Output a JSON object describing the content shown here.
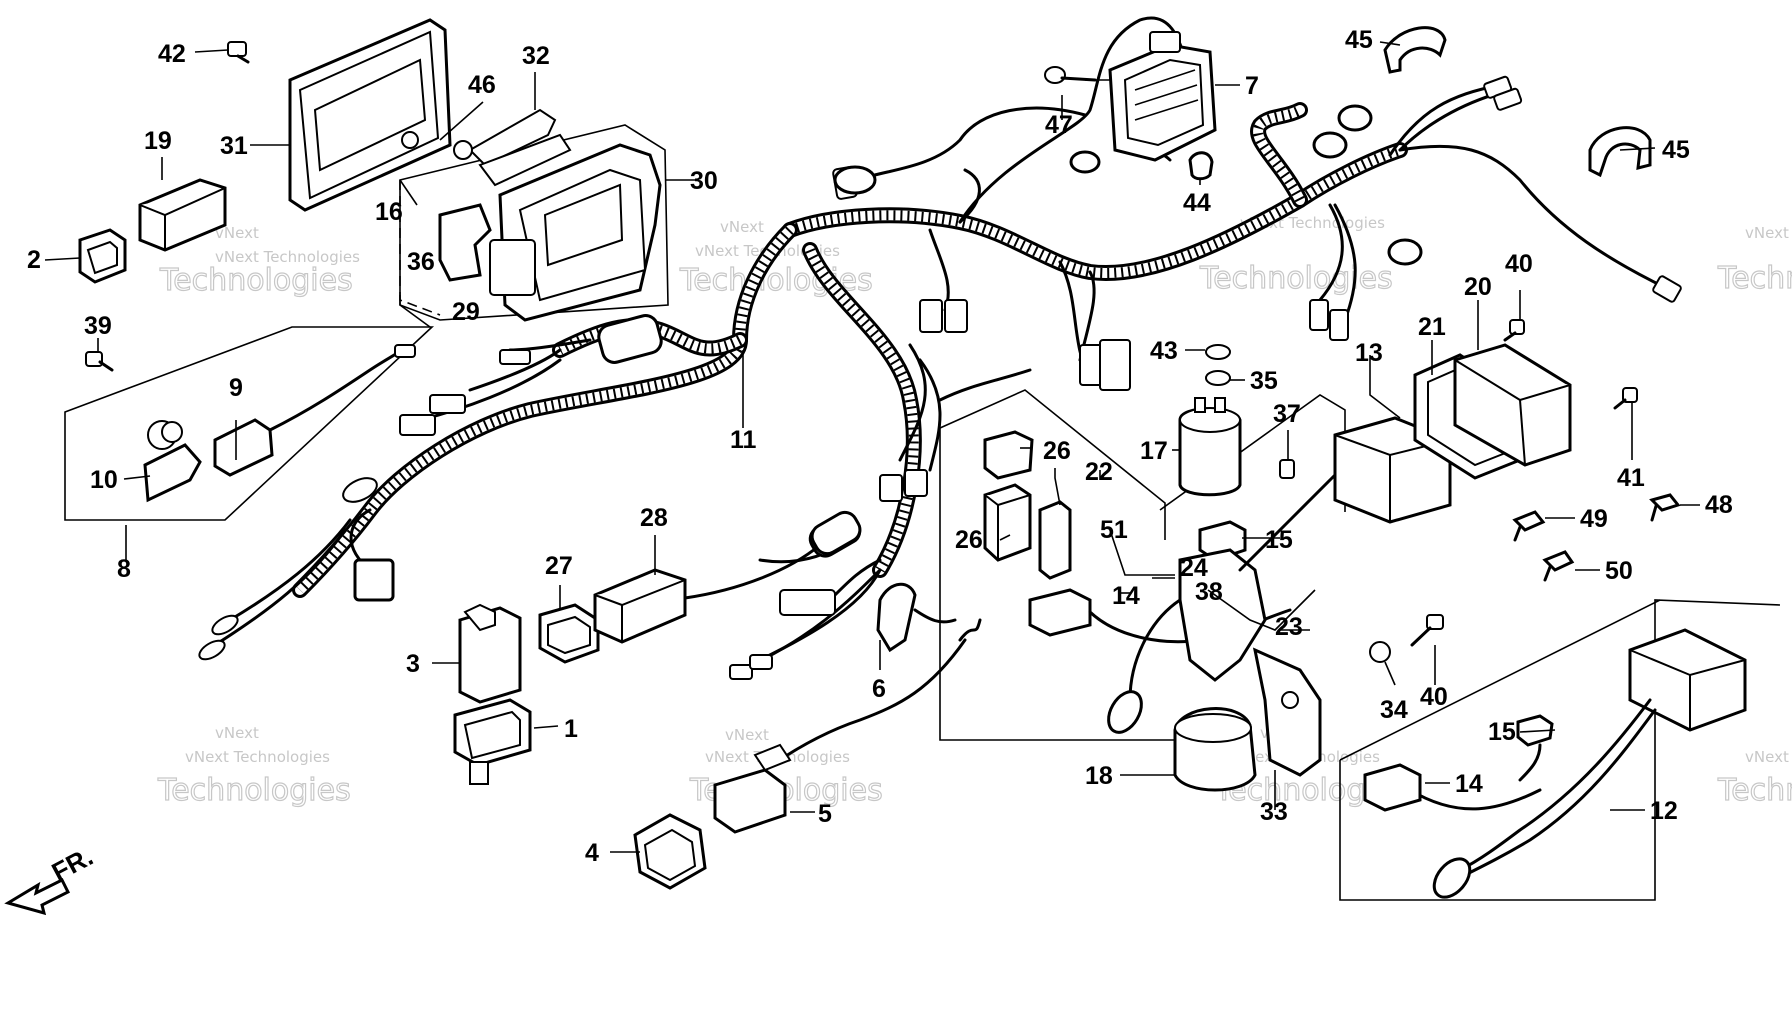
{
  "watermark": {
    "company": "vNext Technologies",
    "word1": "vNext",
    "word2": "Technologies"
  },
  "direction": {
    "label": "FR."
  },
  "callouts": [
    {
      "id": "c1",
      "text": "1"
    },
    {
      "id": "c2",
      "text": "2"
    },
    {
      "id": "c3",
      "text": "3"
    },
    {
      "id": "c4",
      "text": "4"
    },
    {
      "id": "c5",
      "text": "5"
    },
    {
      "id": "c6",
      "text": "6"
    },
    {
      "id": "c7",
      "text": "7"
    },
    {
      "id": "c8",
      "text": "8"
    },
    {
      "id": "c9",
      "text": "9"
    },
    {
      "id": "c10",
      "text": "10"
    },
    {
      "id": "c11",
      "text": "11"
    },
    {
      "id": "c12",
      "text": "12"
    },
    {
      "id": "c13",
      "text": "13"
    },
    {
      "id": "c14a",
      "text": "14"
    },
    {
      "id": "c14b",
      "text": "14"
    },
    {
      "id": "c15a",
      "text": "15"
    },
    {
      "id": "c15b",
      "text": "15"
    },
    {
      "id": "c16",
      "text": "16"
    },
    {
      "id": "c17",
      "text": "17"
    },
    {
      "id": "c18",
      "text": "18"
    },
    {
      "id": "c19",
      "text": "19"
    },
    {
      "id": "c20",
      "text": "20"
    },
    {
      "id": "c21",
      "text": "21"
    },
    {
      "id": "c22",
      "text": "22"
    },
    {
      "id": "c23",
      "text": "23"
    },
    {
      "id": "c24",
      "text": "24"
    },
    {
      "id": "c26a",
      "text": "26"
    },
    {
      "id": "c26b",
      "text": "26"
    },
    {
      "id": "c27",
      "text": "27"
    },
    {
      "id": "c28",
      "text": "28"
    },
    {
      "id": "c29",
      "text": "29"
    },
    {
      "id": "c30",
      "text": "30"
    },
    {
      "id": "c31",
      "text": "31"
    },
    {
      "id": "c32",
      "text": "32"
    },
    {
      "id": "c33",
      "text": "33"
    },
    {
      "id": "c34",
      "text": "34"
    },
    {
      "id": "c35",
      "text": "35"
    },
    {
      "id": "c36",
      "text": "36"
    },
    {
      "id": "c37",
      "text": "37"
    },
    {
      "id": "c38",
      "text": "38"
    },
    {
      "id": "c39",
      "text": "39"
    },
    {
      "id": "c40a",
      "text": "40"
    },
    {
      "id": "c40b",
      "text": "40"
    },
    {
      "id": "c41",
      "text": "41"
    },
    {
      "id": "c42",
      "text": "42"
    },
    {
      "id": "c43",
      "text": "43"
    },
    {
      "id": "c44",
      "text": "44"
    },
    {
      "id": "c45a",
      "text": "45"
    },
    {
      "id": "c45b",
      "text": "45"
    },
    {
      "id": "c46",
      "text": "46"
    },
    {
      "id": "c47",
      "text": "47"
    },
    {
      "id": "c48",
      "text": "48"
    },
    {
      "id": "c49",
      "text": "49"
    },
    {
      "id": "c50",
      "text": "50"
    },
    {
      "id": "c51",
      "text": "51"
    }
  ]
}
